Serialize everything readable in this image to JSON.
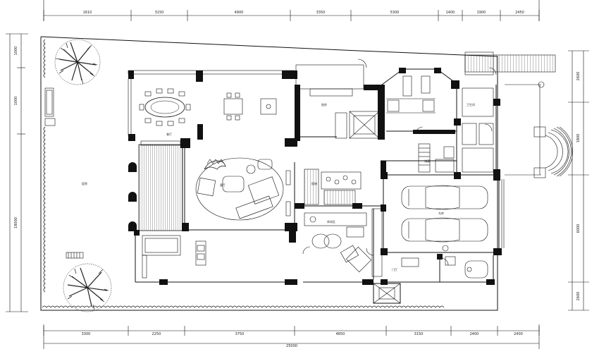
{
  "dims_top": [
    "1610",
    "3150",
    "4900",
    "3350",
    "5300",
    "1400",
    "1900",
    "2450"
  ],
  "dims_bottom": [
    "3300",
    "2250",
    "3750",
    "4850",
    "3150",
    "2400",
    "2400"
  ],
  "dim_bottom_total": "25000",
  "dim_left": [
    "1000",
    "1000",
    "18000"
  ],
  "dim_right": [
    "2600",
    "1800",
    "6000",
    "2600"
  ],
  "room_labels": [
    "客厅",
    "餐厅",
    "厨房",
    "车库",
    "庭院",
    "休闲区",
    "门厅",
    "卫生间",
    "储藏",
    "楼梯"
  ]
}
